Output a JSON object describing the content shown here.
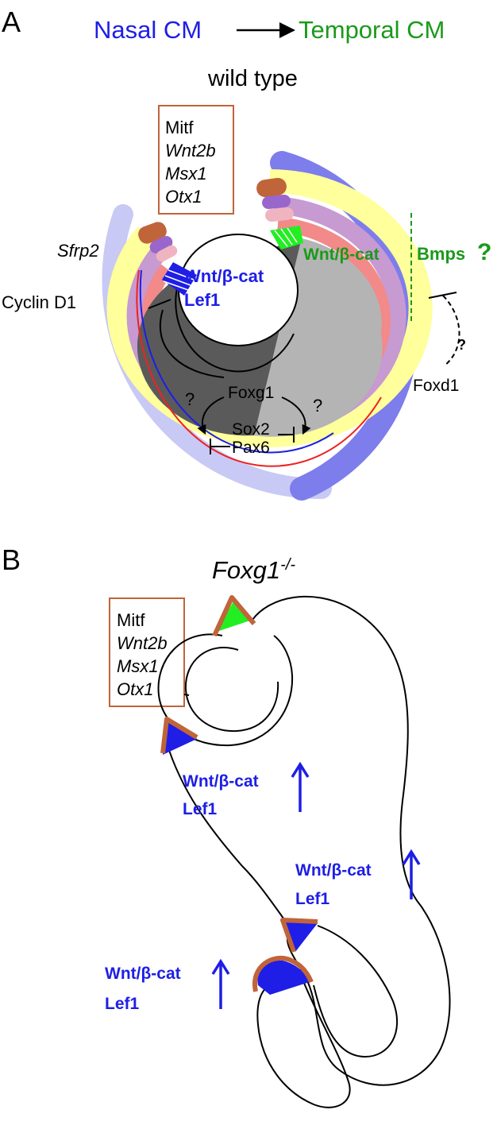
{
  "panelA": {
    "letter": "A",
    "nasal": "Nasal CM",
    "temporal": "Temporal CM",
    "condition": "wild type",
    "boxGenes": [
      "Mitf",
      "Wnt2b",
      "Msx1",
      "Otx1"
    ],
    "sfrp2": "Sfrp2",
    "cyclin": "Cyclin D1",
    "wntNasal": "Wnt/β-cat",
    "lefNasal": "Lef1",
    "wntTemporal": "Wnt/β-cat",
    "bmps": "Bmps",
    "bmpsQ": "?",
    "foxd1Q": "?",
    "foxd1": "Foxd1",
    "foxg1": "Foxg1",
    "sox2": "Sox2",
    "pax6": "Pax6",
    "qLeft": "?",
    "qRight": "?"
  },
  "panelB": {
    "letter": "B",
    "genotype": "Foxg1",
    "genotypeSup": "-/-",
    "boxGenes": [
      "Mitf",
      "Wnt2b",
      "Msx1",
      "Otx1"
    ],
    "labels": [
      {
        "wnt": "Wnt/β-cat",
        "lef": "Lef1"
      },
      {
        "wnt": "Wnt/β-cat",
        "lef": "Lef1"
      },
      {
        "wnt": "Wnt/β-cat",
        "lef": "Lef1"
      }
    ]
  },
  "colors": {
    "nasal": "#1e1ee6",
    "temporal": "#1a9a1a",
    "lavender": "#c9c9f5",
    "periwinkle": "#7d7deb",
    "yellow": "#ffff9c",
    "purpleRing": "#c79ad1",
    "salmon": "#f28a8a",
    "darkGray": "#5a5a5a",
    "lightGray": "#b4b4b4",
    "boxBorder": "#c0643a",
    "brown": "#c0643a",
    "green": "#22ee22"
  }
}
